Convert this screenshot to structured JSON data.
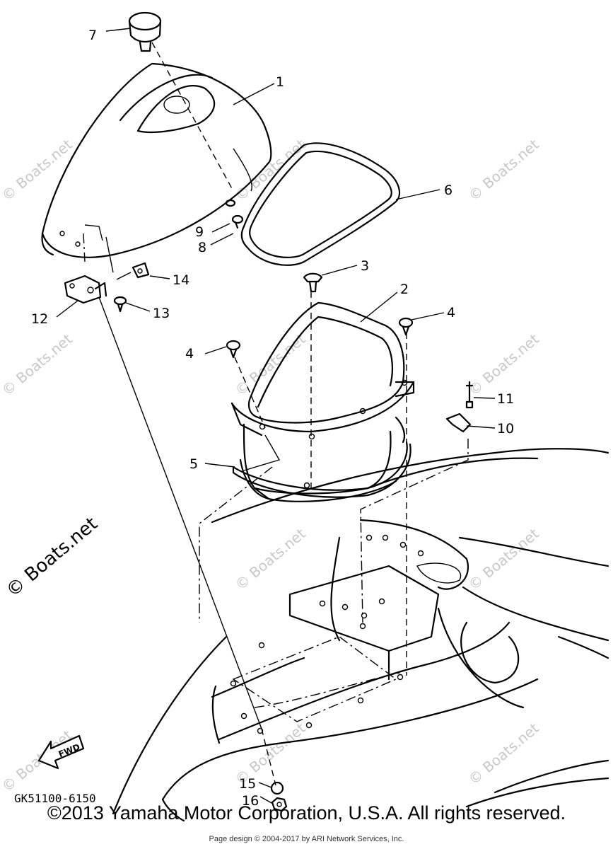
{
  "callouts": [
    {
      "id": "1",
      "label": "1"
    },
    {
      "id": "2",
      "label": "2"
    },
    {
      "id": "3",
      "label": "3"
    },
    {
      "id": "4a",
      "label": "4"
    },
    {
      "id": "4b",
      "label": "4"
    },
    {
      "id": "5",
      "label": "5"
    },
    {
      "id": "6",
      "label": "6"
    },
    {
      "id": "7",
      "label": "7"
    },
    {
      "id": "8",
      "label": "8"
    },
    {
      "id": "9",
      "label": "9"
    },
    {
      "id": "10",
      "label": "10"
    },
    {
      "id": "11",
      "label": "11"
    },
    {
      "id": "12",
      "label": "12"
    },
    {
      "id": "13",
      "label": "13"
    },
    {
      "id": "14",
      "label": "14"
    },
    {
      "id": "15",
      "label": "15"
    },
    {
      "id": "16",
      "label": "16"
    }
  ],
  "watermark": "© Boats.net",
  "fwd_label": "FWD",
  "diagram_code": "GK51100-6150",
  "copyright": "©2013 Yamaha Motor Corporation, U.S.A. All rights reserved.",
  "page_credit": "Page design © 2004-2017 by ARI Network Services, Inc."
}
